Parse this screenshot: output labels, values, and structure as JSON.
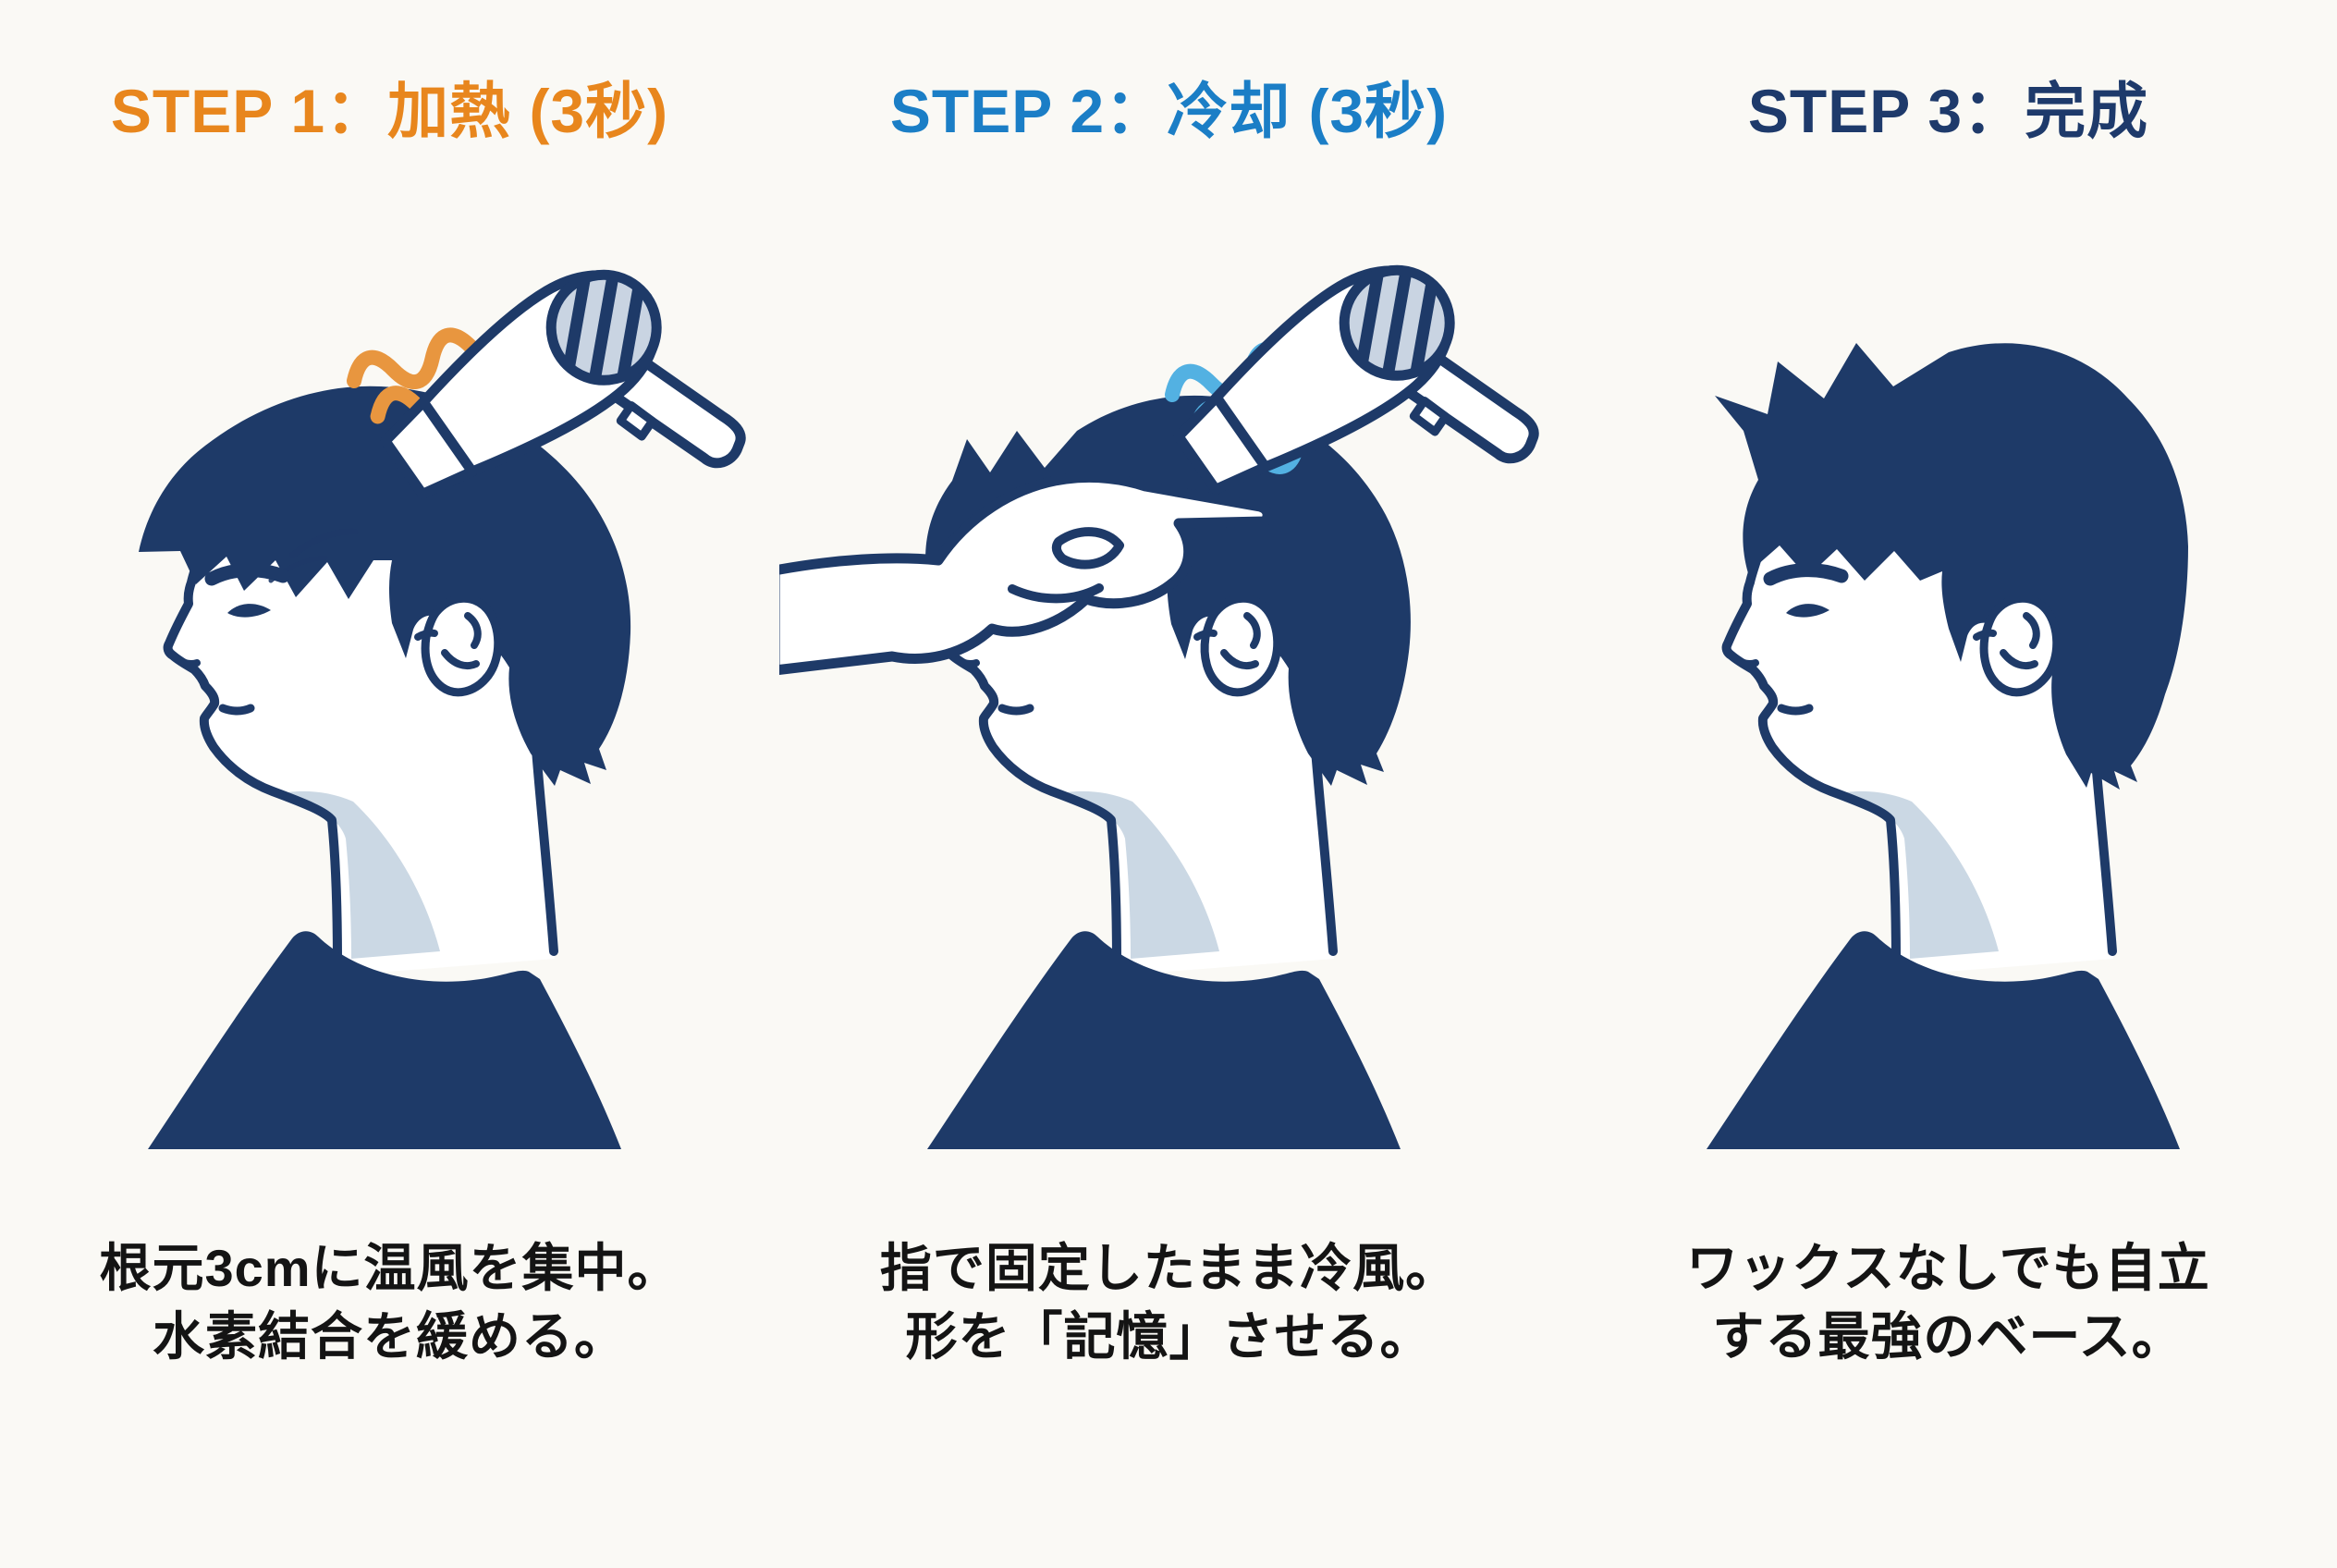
{
  "page": {
    "background_color": "#FAF9F5",
    "caption_color": "#141414",
    "navy": "#1E3A68"
  },
  "panels": [
    {
      "id": "step-1",
      "title": "STEP 1：加熱 (3秒)",
      "title_color": "#E8861D",
      "caption_line1": "根元3cmに温風を集中。",
      "caption_line2": "水素結合を緩める。",
      "illustration": {
        "figure": "male-profile-head-with-hair-dryer",
        "icons": [
          "hair-dryer-icon",
          "heat-wave-icon"
        ],
        "wave_color": "#E8963F"
      }
    },
    {
      "id": "step-2",
      "title": "STEP 2：冷却 (3秒)",
      "title_color": "#1B7EC6",
      "caption_line1": "指で固定したまま冷風。",
      "caption_line2": "形を「記憶」させる。",
      "illustration": {
        "figure": "male-profile-head-with-hand-and-hair-dryer",
        "icons": [
          "hair-dryer-icon",
          "cool-wave-icon",
          "hand-icon"
        ],
        "wave_color": "#53B1E2"
      }
    },
    {
      "id": "step-3",
      "title": "STEP 3：完成",
      "title_color": "#1E3A6B",
      "caption_line1": "ワックスなしでも自立",
      "caption_line2": "する最強のベース。",
      "illustration": {
        "figure": "male-profile-head-styled-spiky-hair",
        "icons": []
      }
    }
  ]
}
